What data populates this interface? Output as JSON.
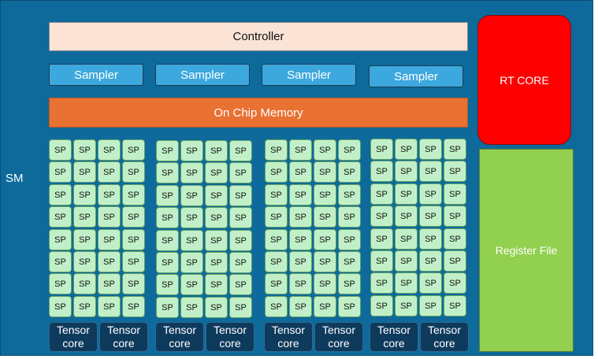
{
  "sm_label": "SM",
  "controller": "Controller",
  "samplers": [
    "Sampler",
    "Sampler",
    "Sampler",
    "Sampler"
  ],
  "memory": "On Chip Memory",
  "rt_core": "RT CORE",
  "register_file": "Register File",
  "sp_label": "SP",
  "tensor_core": {
    "line1": "Tensor",
    "line2": "core"
  },
  "colors": {
    "sm_background": "#0e6a9b",
    "controller": "#fbe3d6",
    "sampler": "#3da8dd",
    "memory": "#e97132",
    "rt_core": "#ff0000",
    "register_file": "#92d050",
    "sp": "#c1f0c8",
    "tensor_core": "#0e3a5c"
  }
}
